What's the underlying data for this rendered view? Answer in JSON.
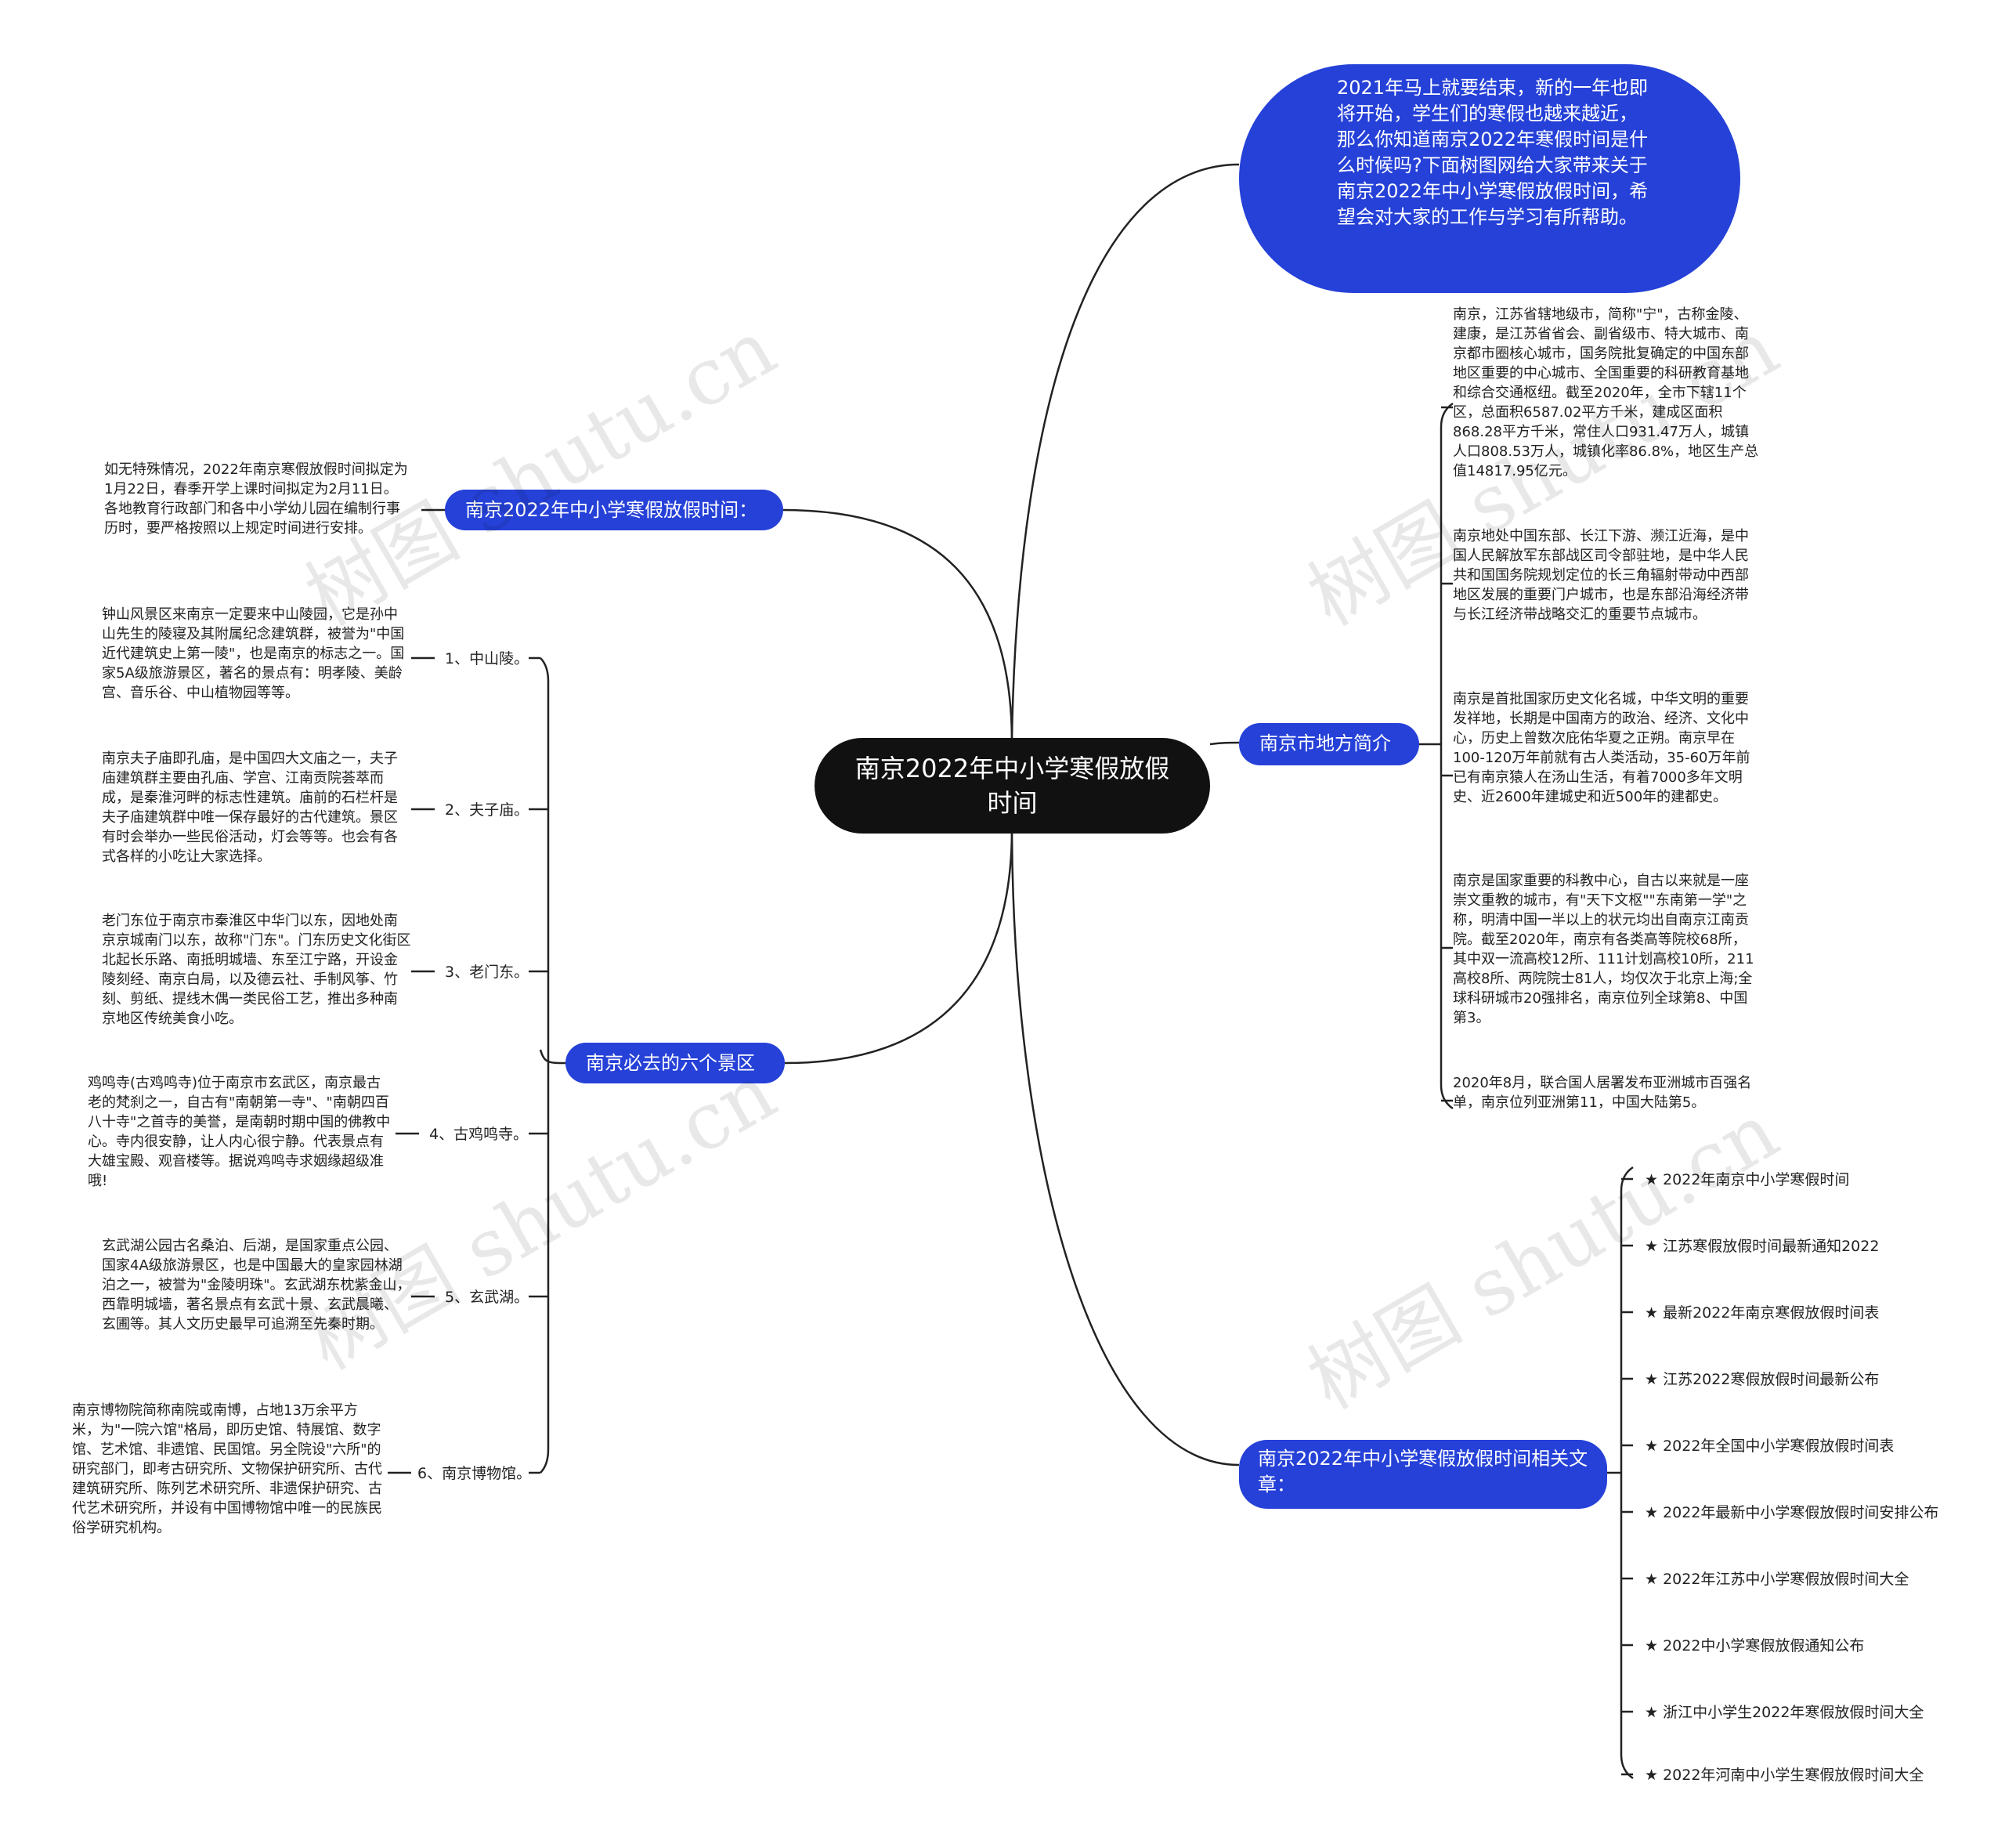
{
  "central": "南京2022年中小学寒假放假时间",
  "intro": "2021年马上就要结束，新的一年也即将开始，学生们的寒假也越来越近，那么你知道南京2022年寒假时间是什么时候吗?下面树图网给大家带来关于南京2022年中小学寒假放假时间，希望会对大家的工作与学习有所帮助。",
  "holiday": {
    "label": "南京2022年中小学寒假放假时间：",
    "text": "如无特殊情况，2022年南京寒假放假时间拟定为1月22日，春季开学上课时间拟定为2月11日。各地教育行政部门和各中小学幼儿园在编制行事历时，要严格按照以上规定时间进行安排。"
  },
  "sights": {
    "label": "南京必去的六个景区",
    "items": [
      {
        "name": "1、中山陵。",
        "text": "钟山风景区来南京一定要来中山陵园，它是孙中山先生的陵寝及其附属纪念建筑群，被誉为\"中国近代建筑史上第一陵\"，也是南京的标志之一。国家5A级旅游景区，著名的景点有：明孝陵、美龄宫、音乐谷、中山植物园等等。"
      },
      {
        "name": "2、夫子庙。",
        "text": "南京夫子庙即孔庙，是中国四大文庙之一，夫子庙建筑群主要由孔庙、学宫、江南贡院荟萃而成，是秦淮河畔的标志性建筑。庙前的石栏杆是夫子庙建筑群中唯一保存最好的古代建筑。景区有时会举办一些民俗活动，灯会等等。也会有各式各样的小吃让大家选择。"
      },
      {
        "name": "3、老门东。",
        "text": "老门东位于南京市秦淮区中华门以东，因地处南京京城南门以东，故称\"门东\"。门东历史文化街区北起长乐路、南抵明城墙、东至江宁路，开设金陵刻经、南京白局，以及德云社、手制风筝、竹刻、剪纸、提线木偶一类民俗工艺，推出多种南京地区传统美食小吃。"
      },
      {
        "name": "4、古鸡鸣寺。",
        "text": "鸡鸣寺(古鸡鸣寺)位于南京市玄武区，南京最古老的梵刹之一，自古有\"南朝第一寺\"、\"南朝四百八十寺\"之首寺的美誉，是南朝时期中国的佛教中心。寺内很安静，让人内心很宁静。代表景点有大雄宝殿、观音楼等。据说鸡鸣寺求姻缘超级准哦!"
      },
      {
        "name": "5、玄武湖。",
        "text": "玄武湖公园古名桑泊、后湖，是国家重点公园、国家4A级旅游景区，也是中国最大的皇家园林湖泊之一，被誉为\"金陵明珠\"。玄武湖东枕紫金山，西靠明城墙，著名景点有玄武十景、玄武晨曦、玄圃等。其人文历史最早可追溯至先秦时期。"
      },
      {
        "name": "6、南京博物馆。",
        "text": "南京博物院简称南院或南博，占地13万余平方米，为\"一院六馆\"格局，即历史馆、特展馆、数字馆、艺术馆、非遗馆、民国馆。另全院设\"六所\"的研究部门，即考古研究所、文物保护研究所、古代建筑研究所、陈列艺术研究所、非遗保护研究、古代艺术研究所，并设有中国博物馆中唯一的民族民俗学研究机构。"
      }
    ]
  },
  "city": {
    "label": "南京市地方简介",
    "paragraphs": [
      "南京，江苏省辖地级市，简称\"宁\"，古称金陵、建康，是江苏省省会、副省级市、特大城市、南京都市圈核心城市，国务院批复确定的中国东部地区重要的中心城市、全国重要的科研教育基地和综合交通枢纽。截至2020年，全市下辖11个区，总面积6587.02平方千米，建成区面积868.28平方千米，常住人口931.47万人，城镇人口808.53万人，城镇化率86.8%，地区生产总值14817.95亿元。",
      "南京地处中国东部、长江下游、濒江近海，是中国人民解放军东部战区司令部驻地，是中华人民共和国国务院规划定位的长三角辐射带动中西部地区发展的重要门户城市，也是东部沿海经济带与长江经济带战略交汇的重要节点城市。",
      "南京是首批国家历史文化名城，中华文明的重要发祥地，长期是中国南方的政治、经济、文化中心，历史上曾数次庇佑华夏之正朔。南京早在100-120万年前就有古人类活动，35-60万年前已有南京猿人在汤山生活，有着7000多年文明史、近2600年建城史和近500年的建都史。",
      "南京是国家重要的科教中心，自古以来就是一座崇文重教的城市，有\"天下文枢\"\"东南第一学\"之称，明清中国一半以上的状元均出自南京江南贡院。截至2020年，南京有各类高等院校68所，其中双一流高校12所、111计划高校10所，211高校8所、两院院士81人，均仅次于北京上海;全球科研城市20强排名，南京位列全球第8、中国第3。",
      "2020年8月，联合国人居署发布亚洲城市百强名单，南京位列亚洲第11，中国大陆第5。"
    ]
  },
  "related": {
    "label": "南京2022年中小学寒假放假时间相关文章：",
    "items": [
      "★ 2022年南京中小学寒假时间",
      "★ 江苏寒假放假时间最新通知2022",
      "★ 最新2022年南京寒假放假时间表",
      "★ 江苏2022寒假放假时间最新公布",
      "★ 2022年全国中小学寒假放假时间表",
      "★ 2022年最新中小学寒假放假时间安排公布",
      "★ 2022年江苏中小学寒假放假时间大全",
      "★ 2022中小学寒假放假通知公布",
      "★ 浙江中小学生2022年寒假放假时间大全",
      "★ 2022年河南中小学生寒假放假时间大全"
    ]
  },
  "watermark": "树图 shutu.cn",
  "colors": {
    "branch": "#2541d8",
    "central": "#111111",
    "line": "#222222"
  }
}
